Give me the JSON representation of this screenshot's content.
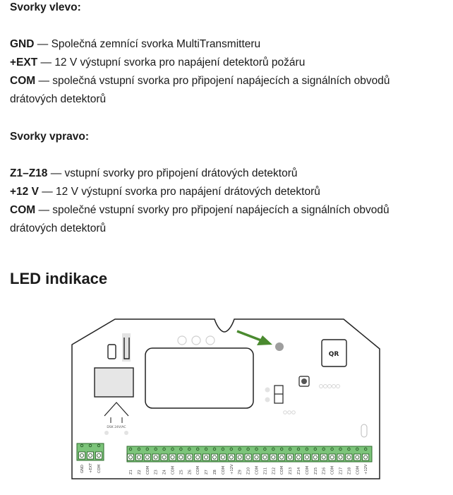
{
  "left_heading": "Svorky vlevo:",
  "left_items": [
    {
      "term": "GND",
      "desc": " — Společná zemnící svorka MultiTransmitteru"
    },
    {
      "term": "+EXT",
      "desc": " — 12 V výstupní svorka pro napájení detektorů požáru"
    },
    {
      "term": "COM",
      "desc": " — společná vstupní svorka pro připojení napájecích a signálních obvodů"
    }
  ],
  "left_tail": "drátových detektorů",
  "right_heading": "Svorky vpravo:",
  "right_items": [
    {
      "term": "Z1–Z18",
      "desc": " — vstupní svorky pro připojení drátových detektorů"
    },
    {
      "term": "+12 V",
      "desc": " — 12 V výstupní svorka pro napájení drátových detektorů"
    },
    {
      "term": "COM",
      "desc": " — společné vstupní svorky pro připojení napájecích a signálních obvodů"
    }
  ],
  "right_tail": "drátových detektorů",
  "led_heading": "LED indikace",
  "board": {
    "qr_label": "QR",
    "small_label": "DSK 24V/AC",
    "left_terminal_labels": [
      "GND",
      "+EXT",
      "COM"
    ],
    "right_terminal_labels": [
      "Z1",
      "Z2",
      "COM",
      "Z3",
      "Z4",
      "COM",
      "Z5",
      "Z6",
      "COM",
      "Z7",
      "Z8",
      "COM",
      "+12V",
      "Z9",
      "Z10",
      "COM",
      "Z11",
      "Z12",
      "COM",
      "Z13",
      "Z14",
      "COM",
      "Z15",
      "Z16",
      "COM",
      "Z17",
      "Z18",
      "COM",
      "+12V"
    ],
    "arrow_color": "#4a8a2f",
    "terminal_color": "#7cc47a",
    "led_color": "#9e9e9e"
  }
}
